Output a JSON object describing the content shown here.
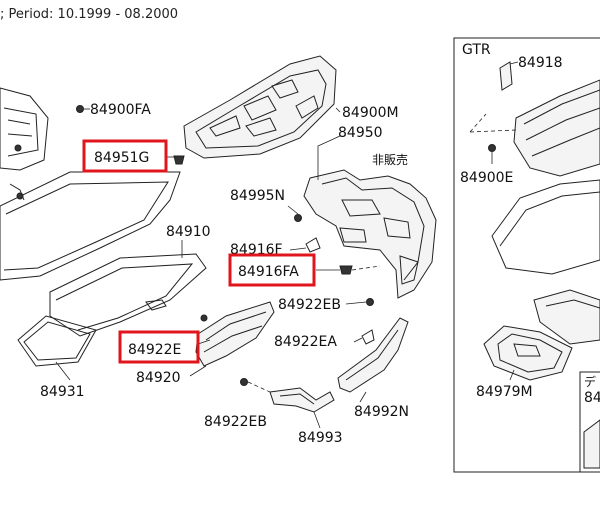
{
  "header": {
    "text": "; Period: 10.1999 - 08.2000"
  },
  "colors": {
    "highlight": "#e0161c",
    "ink": "#222222"
  },
  "labels": {
    "p84900FA": "84900FA",
    "p84900M": "84900M",
    "p84950": "84950",
    "not_for_sale": "非販売",
    "p84951G": "84951G",
    "p84995N": "84995N",
    "p84910": "84910",
    "p84916F": "84916F",
    "p84916FA": "84916FA",
    "p84922EB_top": "84922EB",
    "p84922E": "84922E",
    "p84922EA": "84922EA",
    "p84931": "84931",
    "p84920": "84920",
    "p84922EB_bottom": "84922EB",
    "p84992N": "84992N",
    "p84993": "84993"
  },
  "inset": {
    "title": "GTR",
    "p84918": "84918",
    "p84900E": "84900E",
    "p84979M": "84979M",
    "sub_title": "デ",
    "sub_code": "84"
  },
  "highlighted_parts": [
    "84951G",
    "84916FA",
    "84922E"
  ]
}
